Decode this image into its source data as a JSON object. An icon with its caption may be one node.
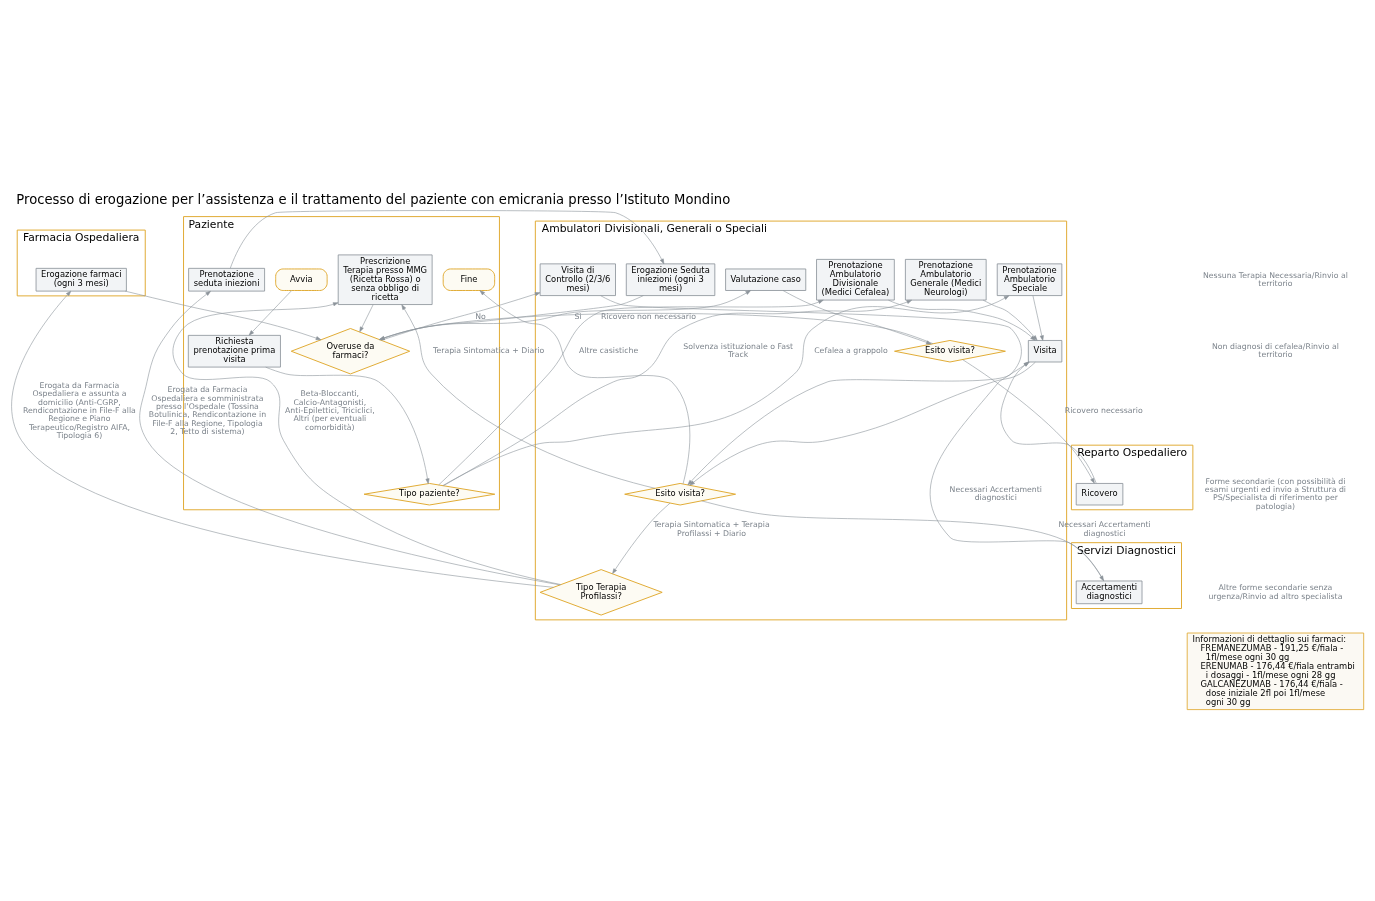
{
  "diagram": {
    "title": "Processo di erogazione per l’assistenza e il trattamento del paziente con emicrania presso l’Istituto Mondino",
    "nodes": [
      {
        "text": [
          "Paziente"
        ]
      },
      {
        "text": [
          "Ambulatori Divisionali, Generali o Speciali"
        ]
      },
      {
        "text": [
          "Farmacia Ospedaliera"
        ]
      },
      {
        "text": [
          "Servizi Diagnostici"
        ]
      },
      {
        "text": [
          "Reparto Ospedaliero"
        ]
      },
      {
        "text": [
          "Avvia"
        ],
        "in": 0
      },
      {
        "text": [
          "Richiesta prenotazione prima visita"
        ],
        "in": 0
      },
      {
        "text": [
          "Tipo paziente?"
        ],
        "in": 0
      },
      {
        "text": [
          "Fine"
        ],
        "in": 0
      },
      {
        "text": [
          "Prescrizione Terapia presso MMG (Ricetta Rossa) o senza obbligo di ricetta"
        ],
        "in": 0
      },
      {
        "text": [
          "Prenotazione seduta iniezioni"
        ],
        "in": 0
      },
      {
        "text": [
          "Overuse da farmaci?"
        ],
        "in": 0
      },
      {
        "text": [
          "Prenotazione Ambulatorio Divisionale (Medici Cefalea)"
        ],
        "in": 1
      },
      {
        "text": [
          "Prenotazione Ambulatorio Generale (Medici Neurologi)"
        ],
        "in": 1
      },
      {
        "text": [
          "Prenotazione Ambulatorio Speciale"
        ],
        "in": 1
      },
      {
        "text": [
          "Visita"
        ],
        "in": 1
      },
      {
        "text": [
          "Esito visita?"
        ],
        "in": 1
      },
      {
        "text": [
          "Tipo Terapia Profilassi?"
        ],
        "in": 1
      },
      {
        "text": [
          "Visita di Controllo (2/3/6 mesi)"
        ],
        "in": 1
      },
      {
        "text": [
          "Valutazione caso"
        ],
        "in": 1
      },
      {
        "text": [
          "Esito visita?"
        ],
        "in": 1
      },
      {
        "text": [
          "Erogazione Seduta iniezioni (ogni 3 mesi)"
        ],
        "in": 1
      },
      {
        "text": [
          "Erogazione farmaci (ogni 3 mesi)"
        ],
        "in": 2
      },
      {
        "text": [
          "Accertamenti diagnostici"
        ],
        "in": 3
      },
      {
        "text": [
          "Ricovero"
        ],
        "in": 4
      },
      {
        "text": [
          "Informazioni di dettaglio sui farmaci:",
          "FREMANEZUMAB - 191,25 €/fiala - 1fl/mese ogni 30 gg",
          "ERENUMAB - 176,44 €/fiala entrambi i dosaggi - 1fl/mese ogni 28 gg",
          "GALCANEZUMAB - 176,44 €/fiala - dose iniziale 2fl poi 1fl/mese ogni 30 gg"
        ]
      }
    ],
    "edges": [
      {
        "from": 5,
        "to": 6,
        "arrow": "to"
      },
      {
        "from": 6,
        "to": 7,
        "arrow": "to"
      },
      {
        "from": 7,
        "to": 12,
        "arrow": "to",
        "label": "Altre casistiche"
      },
      {
        "from": 7,
        "to": 13,
        "arrow": "to",
        "label": "Solvenza istituzionale o Fast Track"
      },
      {
        "from": 7,
        "to": 14,
        "arrow": "to",
        "label": "Cefalea a grappolo"
      },
      {
        "from": 12,
        "to": 15,
        "arrow": "to"
      },
      {
        "from": 13,
        "to": 15,
        "arrow": "to"
      },
      {
        "from": 14,
        "to": 15,
        "arrow": "to"
      },
      {
        "from": 15,
        "to": 16,
        "arrow": "to"
      },
      {
        "from": 16,
        "to": 8,
        "arrow": "to"
      },
      {
        "from": 16,
        "to": 9,
        "arrow": "to",
        "label": "Terapia Sintomatica + Diario"
      },
      {
        "from": 16,
        "to": 17,
        "arrow": "to",
        "label": "Terapia Sintomatica + Terapia Profilassi + Diario"
      },
      {
        "from": 16,
        "to": 23,
        "arrow": "to",
        "label": "Necessari Accertamenti diagnostici"
      },
      {
        "from": 23,
        "to": 15,
        "arrow": "to",
        "label": "Necessari Accertamenti diagnostici"
      },
      {
        "from": 17,
        "to": 9,
        "arrow": "to",
        "label": "Beta-Bloccanti, Calcio-Antagonisti, Anti-Epilettici, Triciclici, Altri (per eventuali comorbidità)"
      },
      {
        "from": 17,
        "to": 10,
        "arrow": "to",
        "label": "Erogata da Farmacia Ospedaliera e somministrata presso l’Ospedale (Tossina Botulinica, Rendicontazione in File-F alla Regione, Tipologia 2, Tetto di sistema)"
      },
      {
        "from": 17,
        "to": 22,
        "arrow": "to",
        "label": "Erogata da Farmacia Ospedaliera e assunta a domicilio (Anti-CGRP, Rendicontazione in File-F alla Regione e Piano Terapeutico/Registro AIFA, Tipologia 6)"
      },
      {
        "from": 10,
        "to": 21,
        "arrow": "to"
      },
      {
        "from": 9,
        "to": 11,
        "arrow": "to"
      },
      {
        "from": 21,
        "to": 11,
        "arrow": "to"
      },
      {
        "from": 22,
        "to": 11,
        "arrow": "to"
      },
      {
        "from": 11,
        "to": 18,
        "arrow": "to",
        "label": "No"
      },
      {
        "from": 11,
        "to": 19,
        "arrow": "to",
        "label": "Sì"
      },
      {
        "from": 18,
        "to": 16,
        "arrow": "to"
      },
      {
        "from": 19,
        "to": 20,
        "arrow": "to"
      },
      {
        "from": 20,
        "to": 11,
        "arrow": "to",
        "label": "Ricovero non necessario"
      },
      {
        "from": 20,
        "to": 24,
        "arrow": "to",
        "label": "Ricovero necessario"
      },
      {
        "from": 24,
        "to": 15,
        "arrow": "to"
      }
    ],
    "labels": [
      "Nessuna Terapia Necessaria/Rinvio al territorio",
      "Non diagnosi di cefalea/Rinvio al territorio",
      "Forme secondarie (con possibilità di esami urgenti ed invio a Struttura di PS/Specialista di riferimento per patologia)",
      "Altre forme secondarie senza urgenza/Rinvio ad altro specialista"
    ]
  }
}
